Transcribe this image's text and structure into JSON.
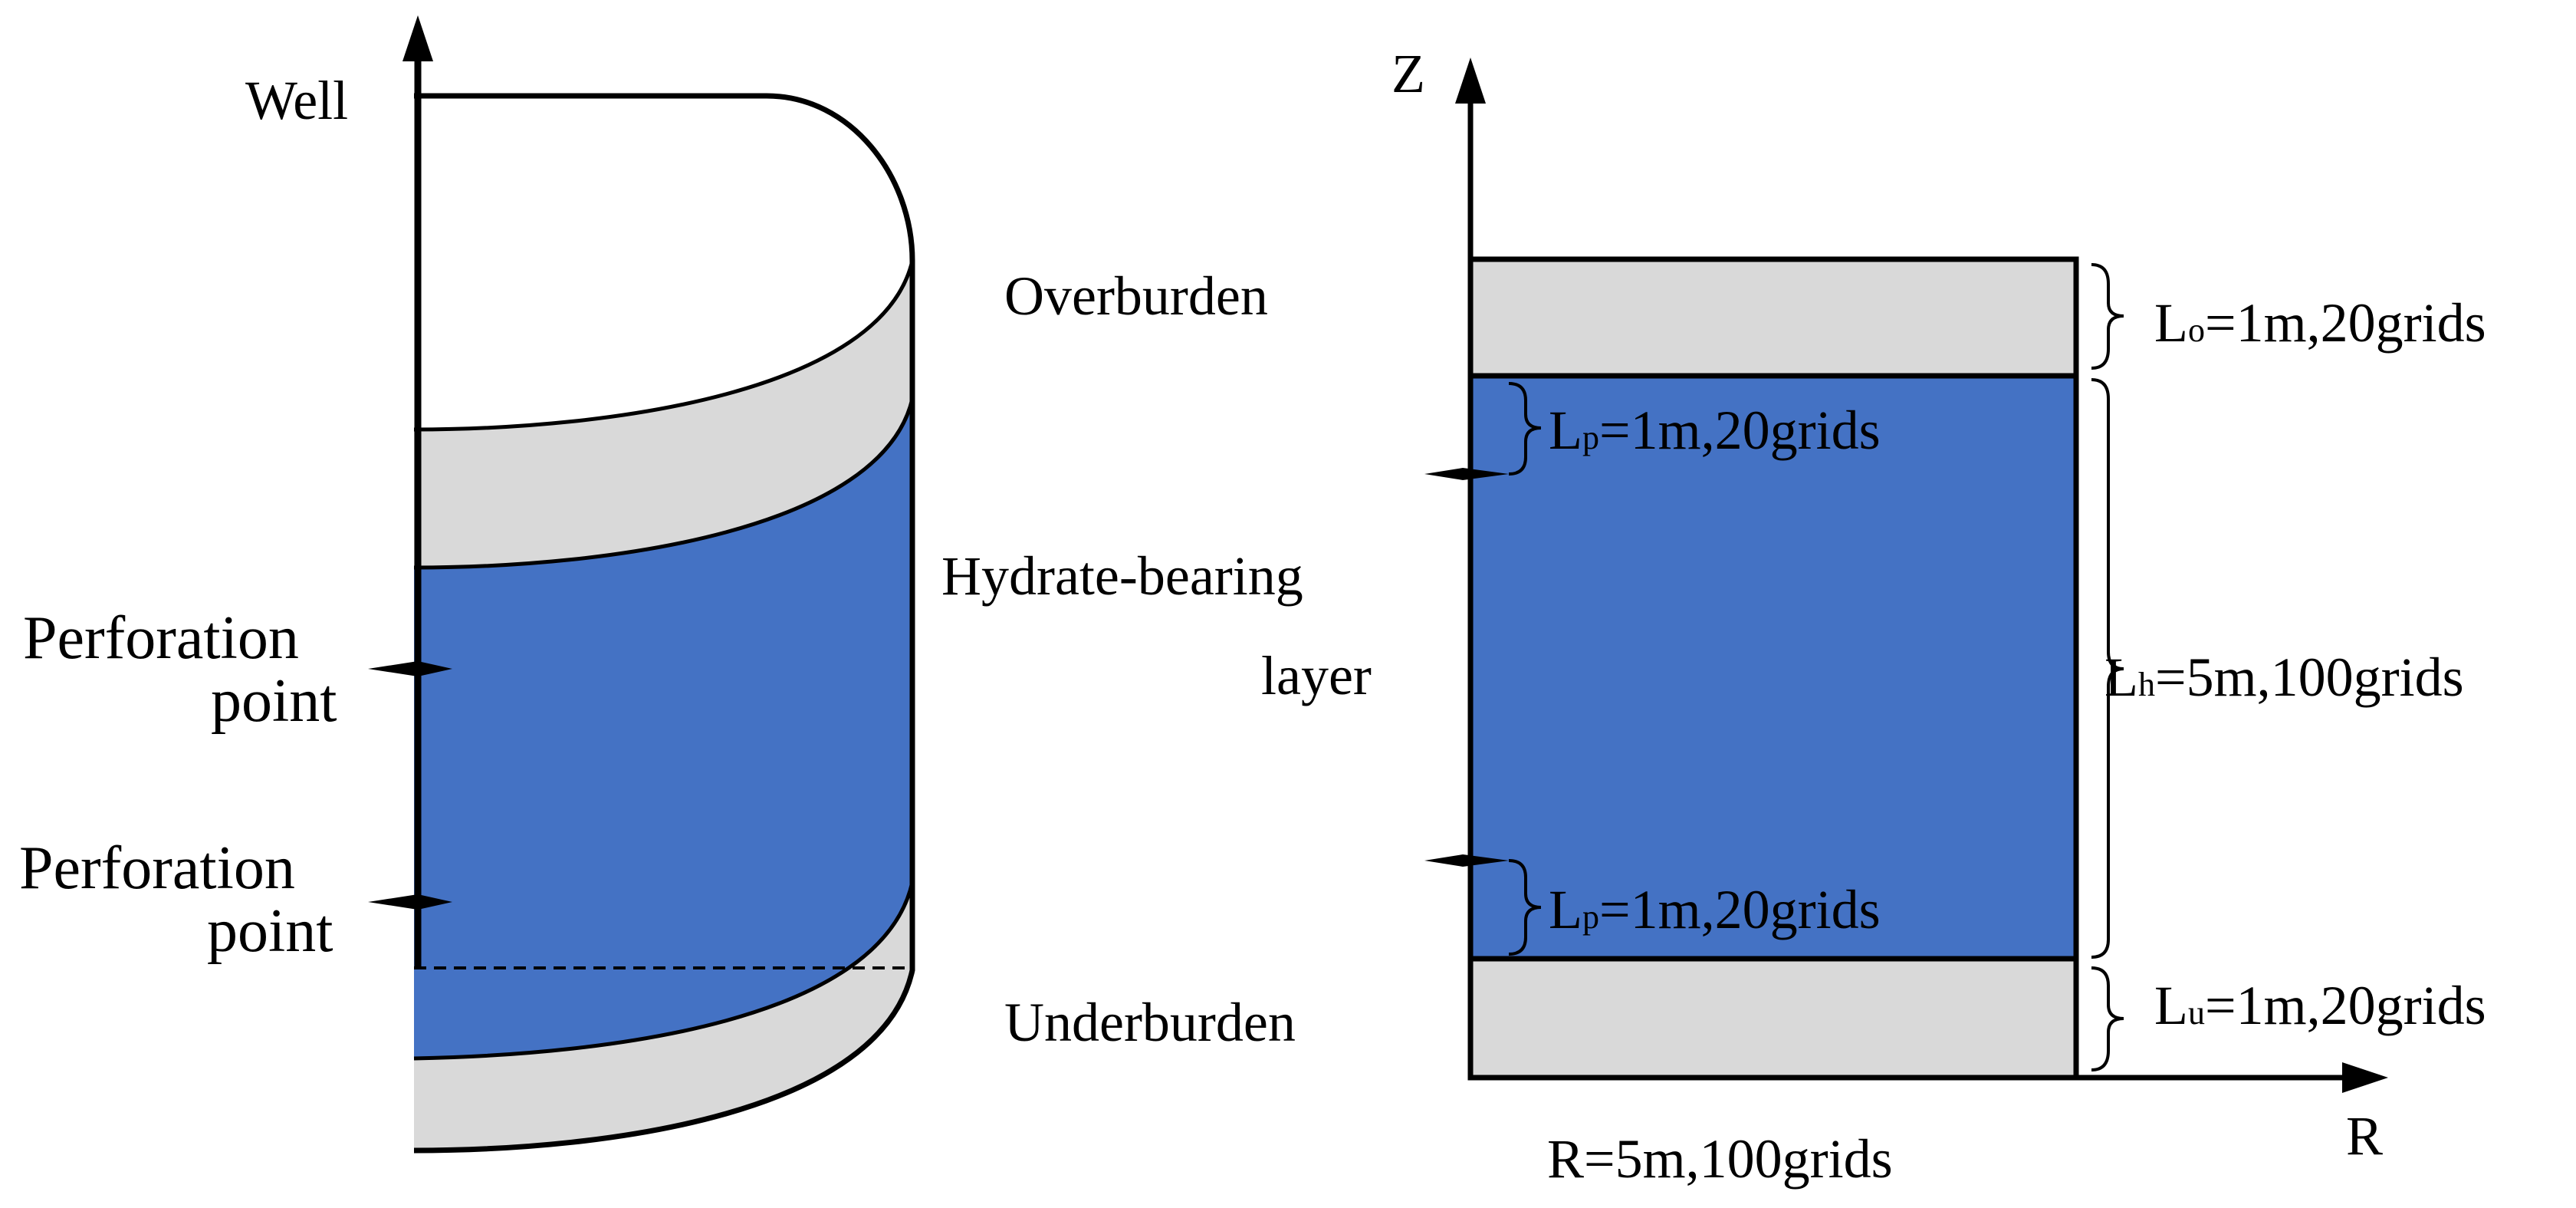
{
  "colors": {
    "hydrate_layer": "#4472C4",
    "burden_layer": "#D9D9D9",
    "outline": "#000000",
    "background": "#FFFFFF"
  },
  "left_panel": {
    "well_label": "Well",
    "perforation_1": [
      "Perforation",
      "point"
    ],
    "perforation_2": [
      "Perforation",
      "point"
    ]
  },
  "right_panel": {
    "z_axis_label": "Z",
    "r_axis_label": "R",
    "overburden_label": "Overburden",
    "hydrate_label": [
      "Hydrate-bearing",
      "layer"
    ],
    "underburden_label": "Underburden",
    "r_dimension": "R=5m,100grids",
    "dimensions": {
      "overburden": {
        "L": "L",
        "sub": "o",
        "value": "=1m,20grids"
      },
      "hydrate": {
        "L": "L",
        "sub": "h",
        "value": "=5m,100grids"
      },
      "underburden": {
        "L": "L",
        "sub": "u",
        "value": "=1m,20grids"
      },
      "perforation_top": {
        "L": "L",
        "sub": "p",
        "value": "=1m,20grids"
      },
      "perforation_bottom": {
        "L": "L",
        "sub": "p",
        "value": "=1m,20grids"
      }
    }
  }
}
